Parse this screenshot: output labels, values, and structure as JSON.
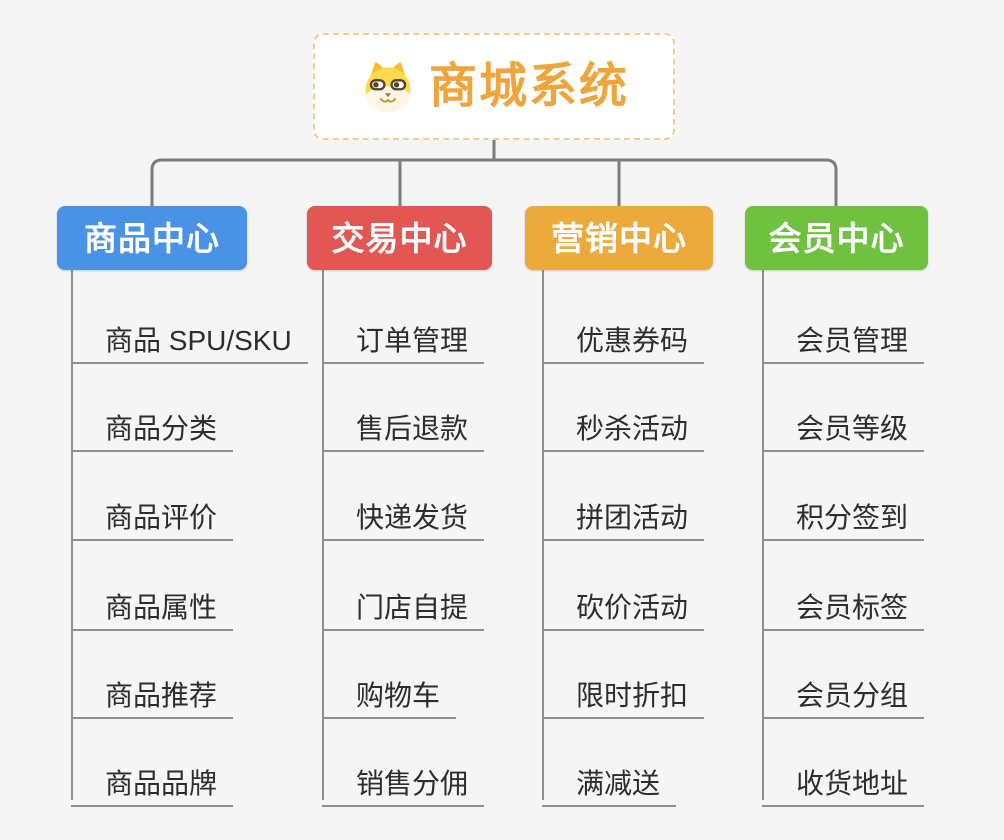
{
  "root": {
    "title": "商城系统",
    "icon": "dog-face-icon",
    "text_color": "#f0a43c",
    "border_color": "#f2cd92"
  },
  "branches": [
    {
      "label": "商品中心",
      "color": "#4a92e5",
      "items": [
        "商品 SPU/SKU",
        "商品分类",
        "商品评价",
        "商品属性",
        "商品推荐",
        "商品品牌"
      ]
    },
    {
      "label": "交易中心",
      "color": "#e25754",
      "items": [
        "订单管理",
        "售后退款",
        "快递发货",
        "门店自提",
        "购物车",
        "销售分佣"
      ]
    },
    {
      "label": "营销中心",
      "color": "#ecaa3d",
      "items": [
        "优惠券码",
        "秒杀活动",
        "拼团活动",
        "砍价活动",
        "限时折扣",
        "满减送"
      ]
    },
    {
      "label": "会员中心",
      "color": "#6fc13f",
      "items": [
        "会员管理",
        "会员等级",
        "积分签到",
        "会员标签",
        "会员分组",
        "收货地址"
      ]
    }
  ],
  "colors": {
    "background": "#f5f5f6",
    "connector": "#7d7d7d",
    "spine_underline": "#8f8f8f",
    "item_text": "#2d2d2d"
  }
}
